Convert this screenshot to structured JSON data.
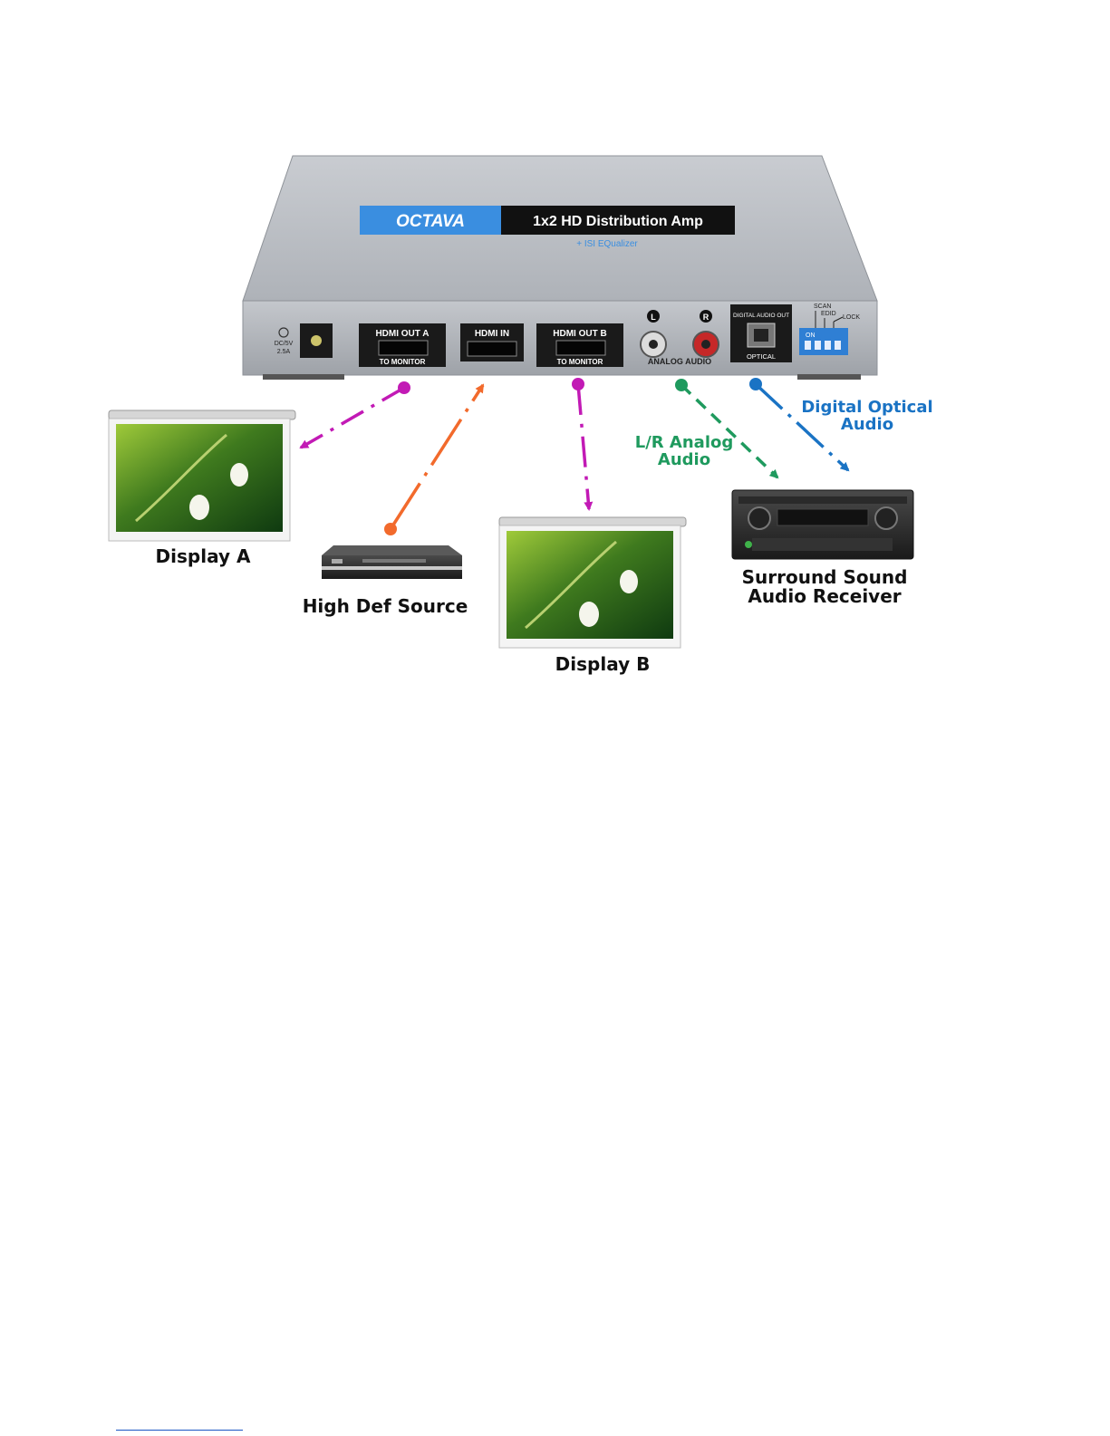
{
  "device": {
    "brand": "OCTAVA",
    "model": "1x2 HD Distribution Amp",
    "subtitle": "+ ISI EQualizer",
    "power_label_1": "DC/5V",
    "power_label_2": "2.5A",
    "hdmi_out_a": "HDMI  OUT A",
    "hdmi_in": "HDMI  IN",
    "hdmi_out_b": "HDMI  OUT B",
    "to_monitor": "TO MONITOR",
    "audio_left": "L",
    "audio_right": "R",
    "analog_audio": "ANALOG AUDIO",
    "digital_audio_out": "DIGITAL AUDIO OUT",
    "optical": "OPTICAL",
    "switch_scan": "SCAN",
    "switch_edid": "EDID",
    "switch_lock": "LOCK",
    "switch_on": "ON"
  },
  "labels": {
    "display_a": "Display A",
    "display_b": "Display B",
    "source": "High Def Source",
    "receiver_line1": "Surround Sound",
    "receiver_line2": "Audio Receiver",
    "analog_line1": "L/R Analog",
    "analog_line2": "Audio",
    "optical_line1": "Digital Optical",
    "optical_line2": "Audio"
  },
  "colors": {
    "hdmi_out": "#c21ab5",
    "hdmi_in": "#f26a2c",
    "analog": "#1f9a5e",
    "optical": "#1a73c4",
    "device_body": "#b8bcc3",
    "brand_blue": "#3a8ee0"
  }
}
